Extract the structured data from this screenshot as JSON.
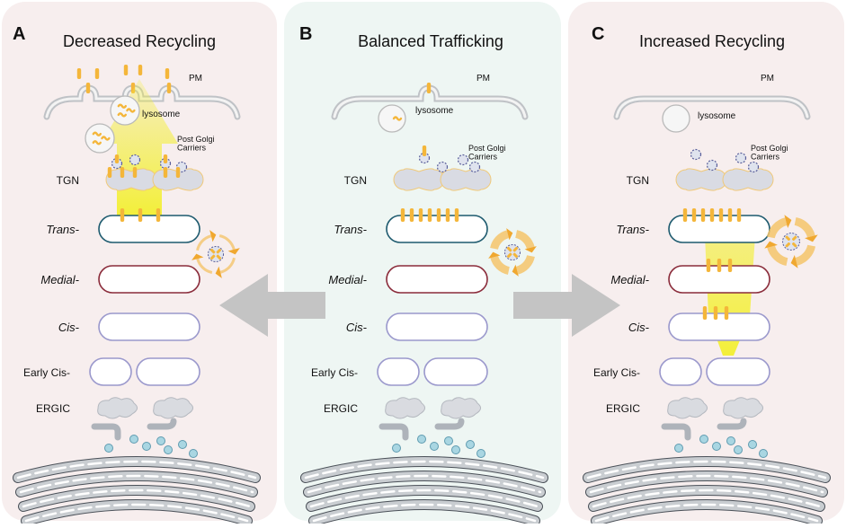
{
  "colors": {
    "panel_a_bg": "#f7eeee",
    "panel_b_bg": "#eef6f3",
    "panel_c_bg": "#f7eeee",
    "trans_border": "#1d5a6e",
    "medial_border": "#8a2b3a",
    "cis_border": "#9a98cc",
    "cargo": "#f4b63a",
    "arrow_yellow": "#f3ef3a",
    "membrane": "#bfc2c6",
    "er_fill": "#c9cdd1",
    "vesicle_blue": "#a9d6e2",
    "arrow_gray": "#c4c4c4"
  },
  "panels": [
    {
      "id": "A",
      "letter": "A",
      "title": "Decreased Recycling",
      "labels": {
        "pm": "PM",
        "lysosome": "lysosome",
        "post_golgi": "Post Golgi\nCarriers",
        "tgn": "TGN",
        "trans": "Trans-",
        "medial": "Medial-",
        "cis": "Cis-",
        "early_cis": "Early Cis-",
        "ergic": "ERGIC"
      }
    },
    {
      "id": "B",
      "letter": "B",
      "title": "Balanced Trafficking",
      "labels": {
        "pm": "PM",
        "lysosome": "lysosome",
        "post_golgi": "Post Golgi\nCarriers",
        "tgn": "TGN",
        "trans": "Trans-",
        "medial": "Medial-",
        "cis": "Cis-",
        "early_cis": "Early Cis-",
        "ergic": "ERGIC"
      }
    },
    {
      "id": "C",
      "letter": "C",
      "title": "Increased Recycling",
      "labels": {
        "pm": "PM",
        "lysosome": "lysosome",
        "post_golgi": "Post Golgi\nCarriers",
        "tgn": "TGN",
        "trans": "Trans-",
        "medial": "Medial-",
        "cis": "Cis-",
        "early_cis": "Early Cis-",
        "ergic": "ERGIC"
      }
    }
  ]
}
